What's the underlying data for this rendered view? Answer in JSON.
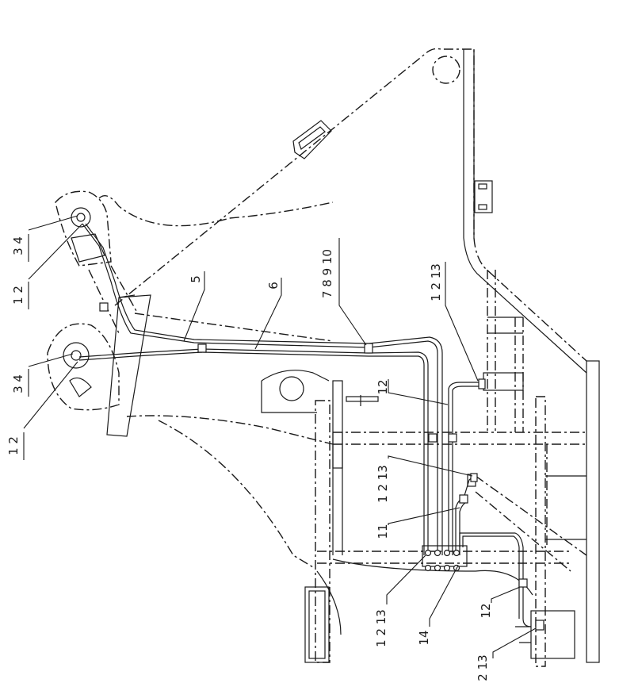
{
  "labels": {
    "l34a": "3 4",
    "l12a": "1 2",
    "l34b": "3 4",
    "l12b": "1 2",
    "l5": "5",
    "l6": "6",
    "l78910": "7 8 9 10",
    "l1213a": "1 2 13",
    "l12p": "12",
    "l1213b": "1 2 13",
    "l11": "11",
    "l1213c": "1 2 13",
    "l14": "14",
    "l12q": "12",
    "l1213d": "2 13"
  }
}
